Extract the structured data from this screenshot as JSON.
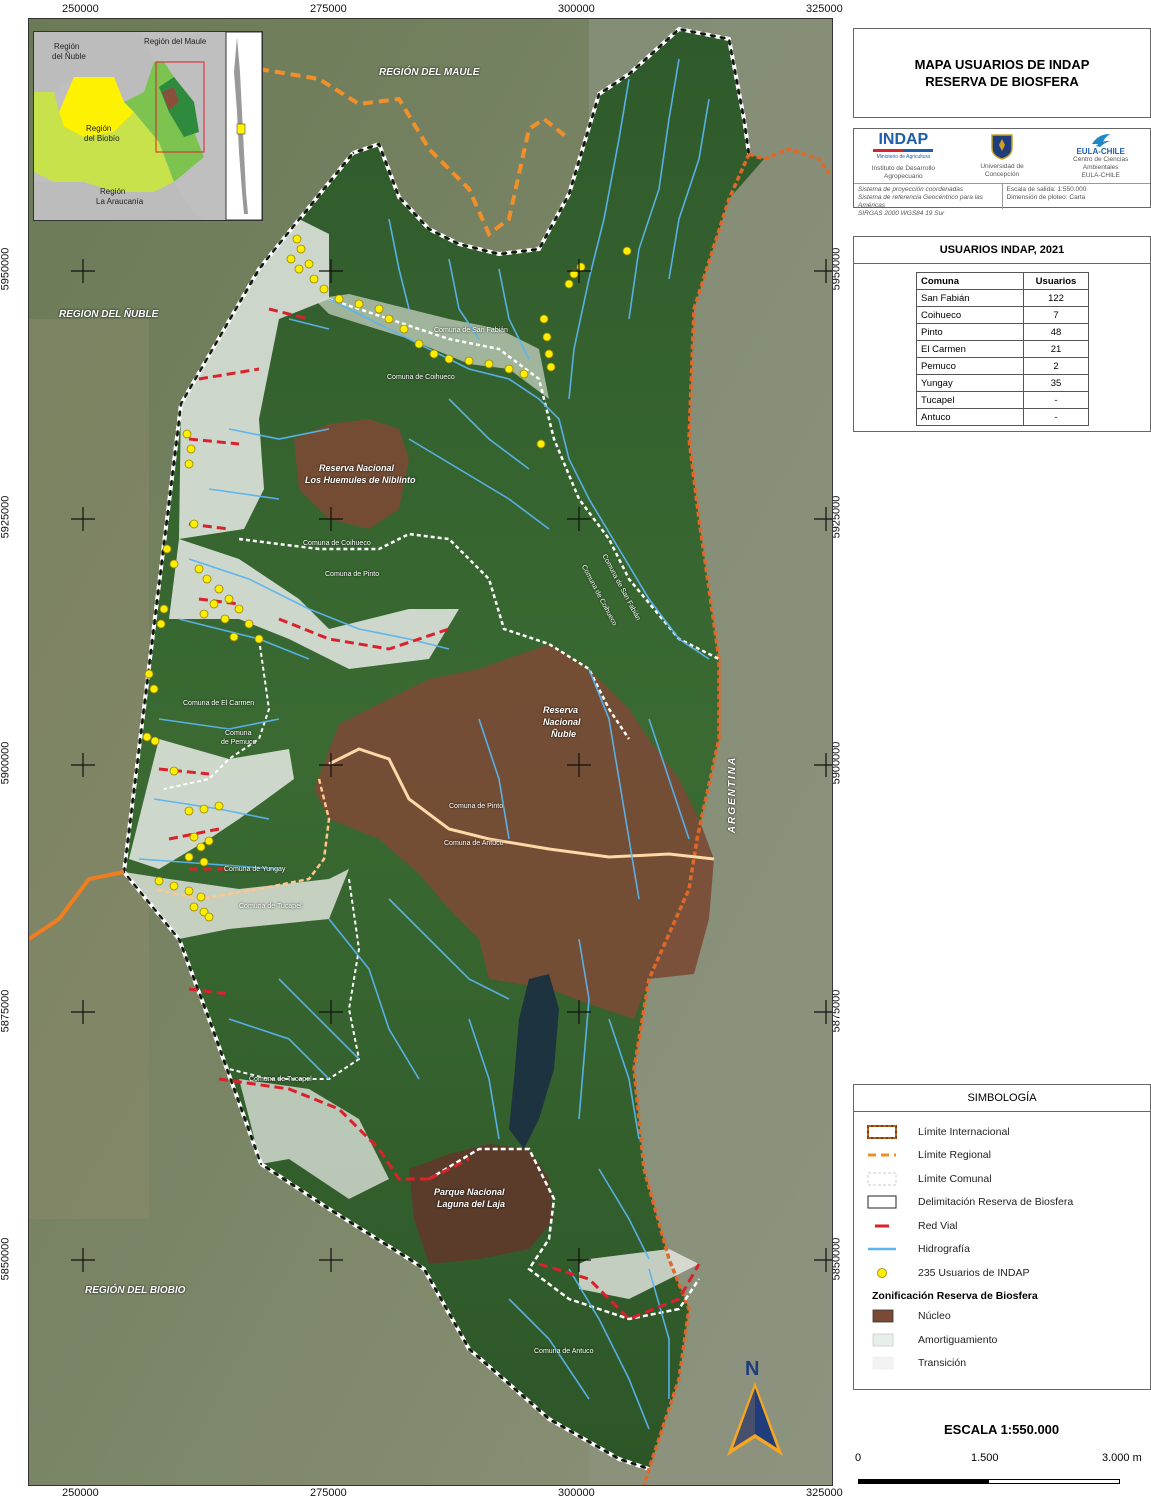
{
  "coords": {
    "top": [
      "250000",
      "275000",
      "300000",
      "325000"
    ],
    "bottom": [
      "250000",
      "275000",
      "300000",
      "325000"
    ],
    "left": [
      "5950000",
      "5925000",
      "5900000",
      "5875000",
      "5850000"
    ],
    "right": [
      "5950000",
      "5925000",
      "5900000",
      "5875000",
      "5850000"
    ]
  },
  "map_labels": {
    "region_maule": "REGIÓN DEL MAULE",
    "region_nuble": "REGION DEL ÑUBLE",
    "region_biobio": "REGIÓN DEL BIOBIO",
    "argentina": "ARGENTINA",
    "reserva_huemules_1": "Reserva Nacional",
    "reserva_huemules_2": "Los Huemules de Niblinto",
    "reserva_nuble_1": "Reserva",
    "reserva_nuble_2": "Nacional",
    "reserva_nuble_3": "Ñuble",
    "parque_laja_1": "Parque Nacional",
    "parque_laja_2": "Laguna del Laja",
    "c_sanfabian": "Comuna de San Fabián",
    "c_coihueco_1": "Comuna de Coihueco",
    "c_coihueco_2": "Comuna de Coihueco",
    "c_pinto_1": "Comuna de Pinto",
    "c_elcarmen": "Comuna de El Carmen",
    "c_pemuco_1": "Comuna",
    "c_pemuco_2": "de Pemuco",
    "c_pinto_2": "Comuna de Pinto",
    "c_antuco_1": "Comuna de Antuco",
    "c_yungay": "Comuna de Yungay",
    "c_tucapel_1": "Comuna de Tucapel",
    "c_tucapel_2": "Comuna de Tucapel",
    "c_antuco_2": "Comuna de Antuco",
    "c_sanfabian_2": "Comuna de San Fabián",
    "c_coihueco_3": "Comuna de Coihueco"
  },
  "inset": {
    "region_maule": "Región del Maule",
    "region_nuble_1": "Región",
    "region_nuble_2": "del Ñuble",
    "region_biobio_1": "Región",
    "region_biobio_2": "del Biobío",
    "region_araucania_1": "Región",
    "region_araucania_2": "La Araucanía"
  },
  "title": {
    "line1": "MAPA USUARIOS DE INDAP",
    "line2": "RESERVA DE BIOSFERA"
  },
  "logos": {
    "indap_name": "INDAP",
    "indap_sub": "Ministerio de Agricultura",
    "indap_caption_1": "Instituto de Desarrollo",
    "indap_caption_2": "Agropecuario",
    "udec_caption_1": "Universidad de",
    "udec_caption_2": "Concepción",
    "eula_name": "EULA-CHILE",
    "eula_caption_1": "Centro de Ciencias",
    "eula_caption_2": "Ambientales",
    "eula_caption_3": "EULA-CHILE"
  },
  "info": {
    "proj_1": "Sistema de proyección coordenadas",
    "proj_2": "Sistema de referencia Geocéntrico para las Américas",
    "proj_3": "SIRGAS 2000 WGS84 19 Sur",
    "scale_1": "Escala de salida: 1:550.000",
    "scale_2": "Dimensión de ploteo: Carta"
  },
  "users": {
    "heading": "USUARIOS INDAP, 2021",
    "col_comuna": "Comuna",
    "col_usuarios": "Usuarios",
    "rows": [
      {
        "comuna": "San Fabián",
        "usuarios": "122"
      },
      {
        "comuna": "Coihueco",
        "usuarios": "7"
      },
      {
        "comuna": "Pinto",
        "usuarios": "48"
      },
      {
        "comuna": "El Carmen",
        "usuarios": "21"
      },
      {
        "comuna": "Pemuco",
        "usuarios": "2"
      },
      {
        "comuna": "Yungay",
        "usuarios": "35"
      },
      {
        "comuna": "Tucapel",
        "usuarios": "-"
      },
      {
        "comuna": "Antuco",
        "usuarios": "-"
      }
    ]
  },
  "legend": {
    "heading": "SIMBOLOGÍA",
    "items": [
      "Límite Internacional",
      "Límite Regional",
      "Límite Comunal",
      "Delimitación Reserva de Biosfera",
      "Red Vial",
      "Hidrografía",
      "235 Usuarios de INDAP"
    ],
    "zonification": "Zonificación Reserva de Biosfera",
    "zones": [
      "Núcleo",
      "Amortiguamiento",
      "Transición"
    ]
  },
  "colors": {
    "nucleo": "#7a4a35",
    "amortiguamiento": "#e6efe8",
    "transicion": "#f3f3f3",
    "hidro": "#5ab4ee",
    "users": "#ffee00",
    "vial": "#d9222b",
    "intl": "#f07d1e",
    "regional": "#f0902a"
  },
  "north": "N",
  "scale": {
    "title": "ESCALA 1:550.000",
    "l0": "0",
    "l1": "1.500",
    "l2": "3.000 m"
  }
}
